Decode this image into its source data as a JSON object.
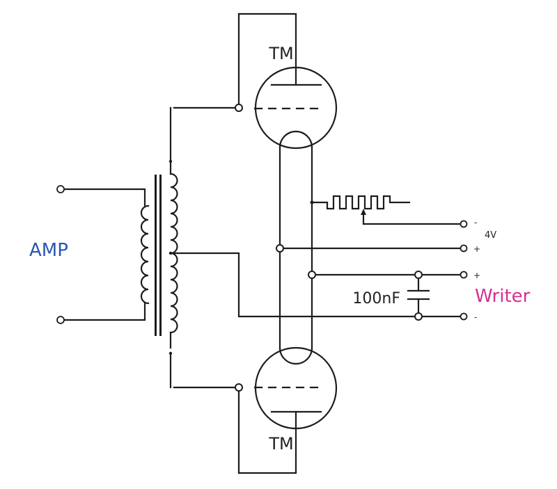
{
  "labels": {
    "amp": "AMP",
    "writer": "Writer",
    "tube_top": "TM",
    "tube_bottom": "TM",
    "capacitor": "100nF",
    "voltage": "4V",
    "pin_minus_top": "-",
    "pin_plus_1": "+",
    "pin_plus_2": "+",
    "pin_minus_bottom": "-"
  },
  "colors": {
    "amp": "#2a56b0",
    "writer": "#d6318f",
    "line": "#1c1c1c"
  }
}
